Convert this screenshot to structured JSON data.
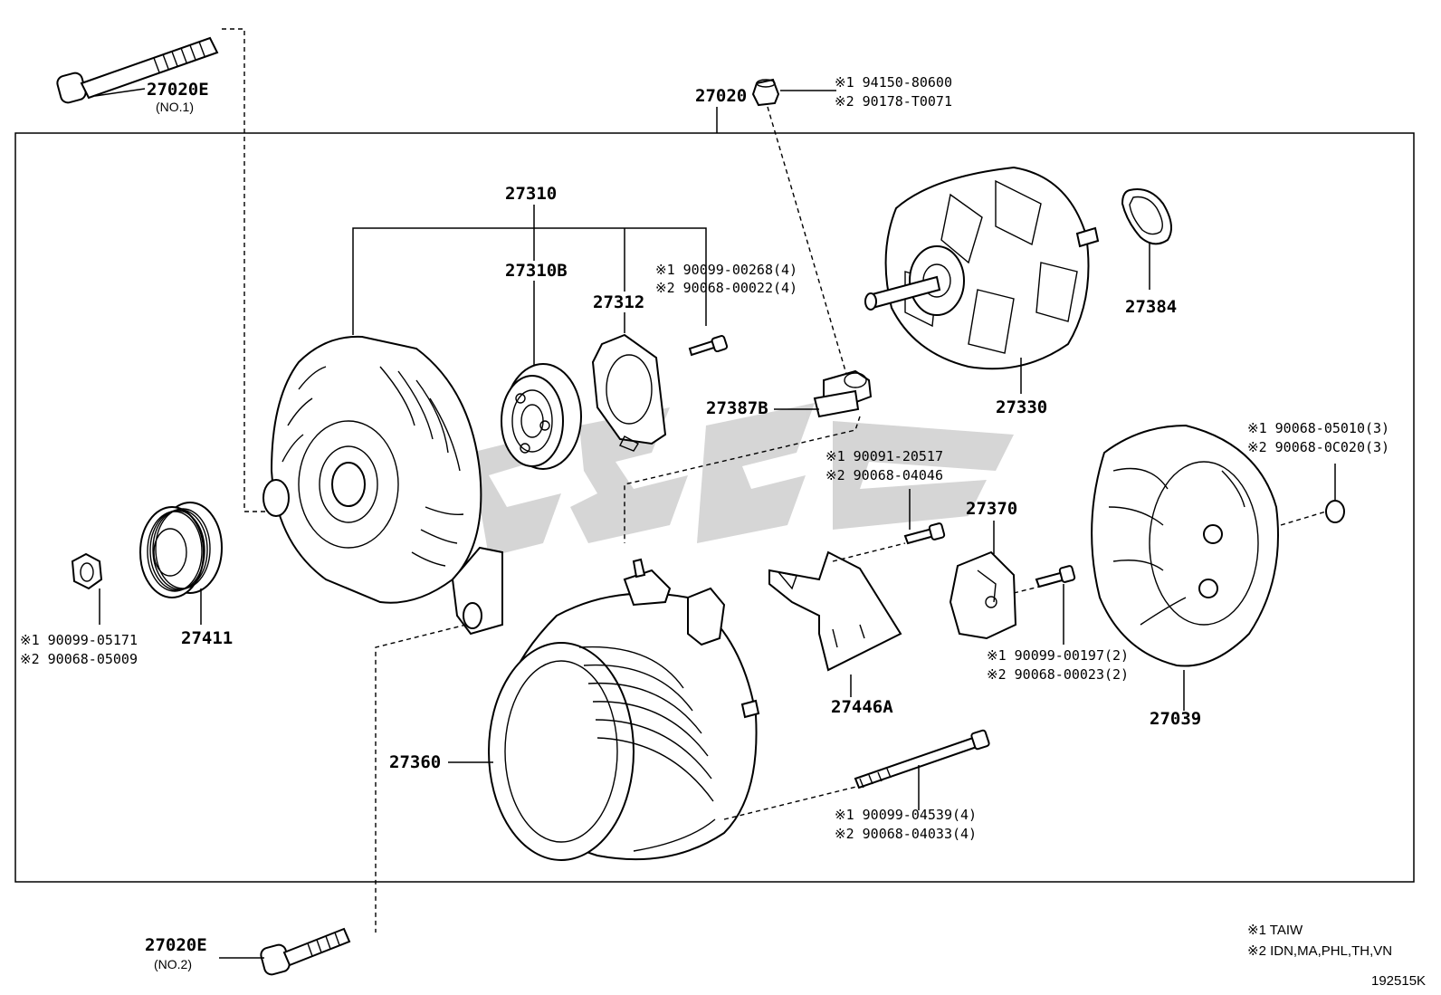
{
  "parts": {
    "p27020_top": "27020",
    "p27020E_1": "27020E",
    "p27020E_1_sub": "(NO.1)",
    "p27020E_2": "27020E",
    "p27020E_2_sub": "(NO.2)",
    "p27310": "27310",
    "p27310B": "27310B",
    "p27312": "27312",
    "p27384": "27384",
    "p27330": "27330",
    "p27387B": "27387B",
    "p27370": "27370",
    "p27039": "27039",
    "p27411": "27411",
    "p27446A": "27446A",
    "p27360": "27360"
  },
  "notes": {
    "nut_top_1": "※1 94150-80600",
    "nut_top_2": "※2 90178-T0071",
    "screw312_1": "※1 90099-00268(4)",
    "screw312_2": "※2 90068-00022(4)",
    "screw446_1": "※1 90091-20517",
    "screw446_2": "※2 90068-04046",
    "nut039_1": "※1 90068-05010(3)",
    "nut039_2": "※2 90068-0C020(3)",
    "pulleynut_1": "※1 90099-05171",
    "pulleynut_2": "※2 90068-05009",
    "screw370_1": "※1 90099-00197(2)",
    "screw370_2": "※2 90068-00023(2)",
    "bolt360_1": "※1 90099-04539(4)",
    "bolt360_2": "※2 90068-04033(4)"
  },
  "legend": {
    "l1": "※1 TAIW",
    "l2": "※2 IDN,MA,PHL,TH,VN"
  },
  "diagram_id": "192515K"
}
